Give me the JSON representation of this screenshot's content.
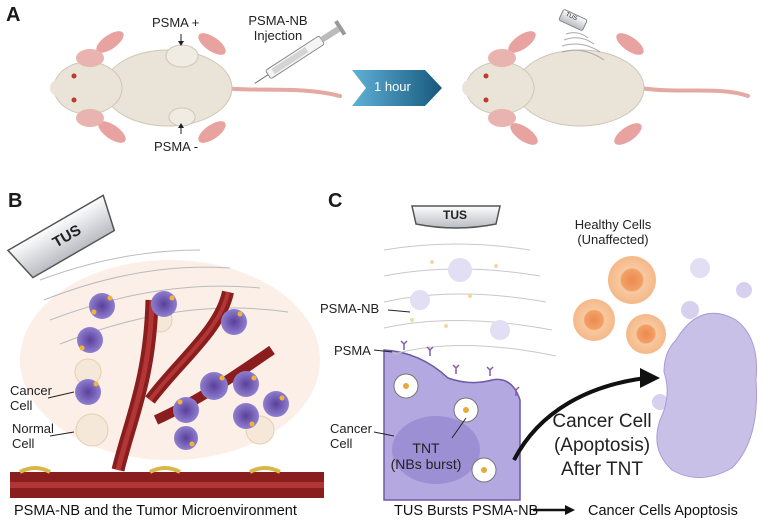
{
  "panels": {
    "a": {
      "letter": "A",
      "label_psma_pos": "PSMA +",
      "label_psma_neg": "PSMA -",
      "injection_line1": "PSMA-NB",
      "injection_line2": "Injection",
      "arrow_text": "1 hour",
      "tus_small": "TUS"
    },
    "b": {
      "letter": "B",
      "tus_label": "TUS",
      "cancer_cell_line1": "Cancer",
      "cancer_cell_line2": "Cell",
      "normal_cell_line1": "Normal",
      "normal_cell_line2": "Cell",
      "caption": "PSMA-NB and the Tumor Microenvironment"
    },
    "c": {
      "letter": "C",
      "tus_label": "TUS",
      "psma_nb": "PSMA-NB",
      "psma": "PSMA",
      "cancer_cell_line1": "Cancer",
      "cancer_cell_line2": "Cell",
      "tnt_line1": "TNT",
      "tnt_line2": "(NBs burst)",
      "healthy_line1": "Healthy Cells",
      "healthy_line2": "(Unaffected)",
      "apoptosis_line1": "Cancer Cell",
      "apoptosis_line2": "(Apoptosis)",
      "apoptosis_line3": "After TNT",
      "caption_left": "TUS Bursts PSMA-NB",
      "caption_right": "Cancer Cells Apoptosis"
    }
  },
  "colors": {
    "arrow_blue": "#1f6f98",
    "vessel_red": "#8a1d1d",
    "cancer_purple": "#7c66b8",
    "cell_purple_light": "#c9c0e8",
    "healthy_orange": "#f2b27a",
    "mouse_body": "#e9e3d8"
  }
}
